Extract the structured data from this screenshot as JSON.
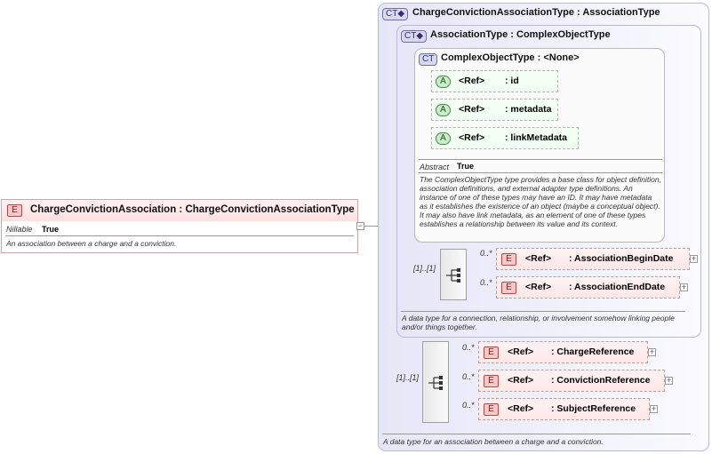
{
  "root_element": {
    "badge": "E",
    "name": "ChargeConvictionAssociation",
    "type": "ChargeConvictionAssociationType",
    "nillable_label": "Nillable",
    "nillable_value": "True",
    "description": "An association between a charge and a conviction."
  },
  "outer_type": {
    "badge": "CT",
    "name": "ChargeConvictionAssociationType",
    "base": "AssociationType",
    "description": "A data type for an association between a charge and a conviction.",
    "sequence": {
      "occurrence": "[1]..[1]",
      "elements": [
        {
          "badge": "E",
          "ref": "<Ref>",
          "name": ": ChargeReference",
          "occurrence": "0..*"
        },
        {
          "badge": "E",
          "ref": "<Ref>",
          "name": ": ConvictionReference",
          "occurrence": "0..*"
        },
        {
          "badge": "E",
          "ref": "<Ref>",
          "name": ": SubjectReference",
          "occurrence": "0..*"
        }
      ]
    }
  },
  "middle_type": {
    "badge": "CT",
    "name": "AssociationType",
    "base": "ComplexObjectType",
    "description": "A data type for a connection, relationship, or involvement somehow linking people and/or things together.",
    "sequence": {
      "occurrence": "[1]..[1]",
      "elements": [
        {
          "badge": "E",
          "ref": "<Ref>",
          "name": ": AssociationBeginDate",
          "occurrence": "0..*"
        },
        {
          "badge": "E",
          "ref": "<Ref>",
          "name": ": AssociationEndDate",
          "occurrence": "0..*"
        }
      ]
    }
  },
  "inner_type": {
    "badge": "CT",
    "name": "ComplexObjectType",
    "base": "<None>",
    "attributes": [
      {
        "badge": "A",
        "ref": "<Ref>",
        "name": ": id"
      },
      {
        "badge": "A",
        "ref": "<Ref>",
        "name": ": metadata"
      },
      {
        "badge": "A",
        "ref": "<Ref>",
        "name": ": linkMetadata"
      }
    ],
    "abstract_label": "Abstract",
    "abstract_value": "True",
    "description": "The ComplexObjectType type provides a base class for object definition, association definitions, and external adapter type definitions. An instance of one of these types may have an ID. It may have metadata as it establishes the existence of an object (maybe a conceptual object). It may also have link metadata, as an element of one of these types establishes a relationship between its value and its context."
  },
  "symbols": {
    "collapse": "−",
    "expand": "+",
    "sequence_icon": "sequence-icon"
  }
}
